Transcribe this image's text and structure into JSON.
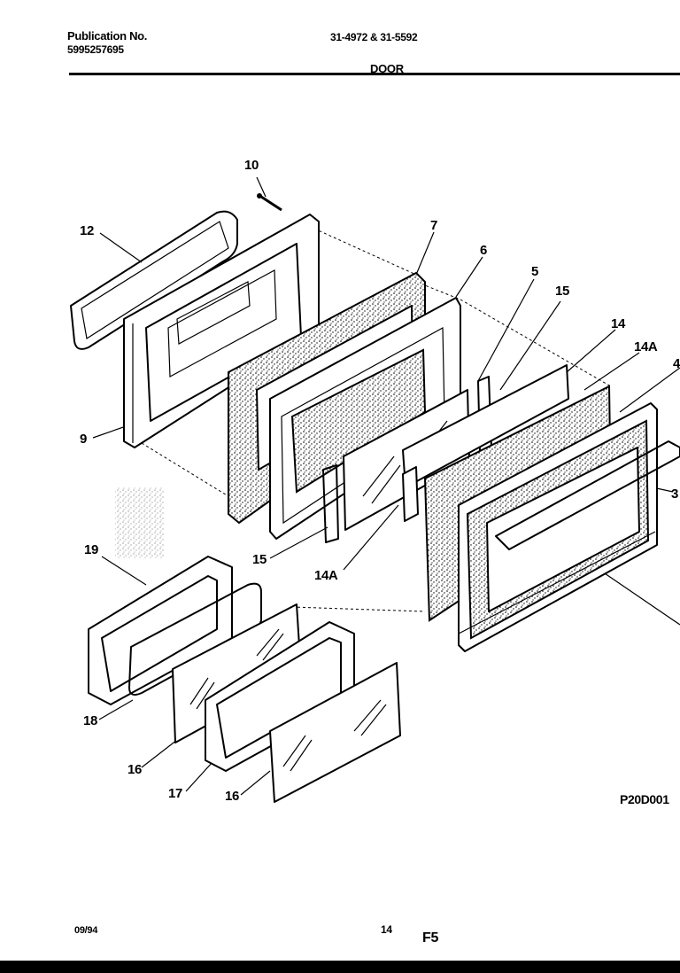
{
  "header": {
    "publication_label": "Publication No.",
    "publication_number": "5995257695",
    "models": "31-4972 & 31-5592",
    "section": "DOOR"
  },
  "diagram_code": "P20D001",
  "callouts": {
    "c10": "10",
    "c12": "12",
    "c7": "7",
    "c6": "6",
    "c5": "5",
    "c15a": "15",
    "c14": "14",
    "c14a_top": "14A",
    "c4": "4",
    "c9": "9",
    "c3": "3",
    "c15b": "15",
    "c14a_bottom": "14A",
    "c19": "19",
    "c18": "18",
    "c16a": "16",
    "c17": "17",
    "c16b": "16"
  },
  "footer": {
    "date": "09/94",
    "page": "14",
    "figure": "F5"
  }
}
